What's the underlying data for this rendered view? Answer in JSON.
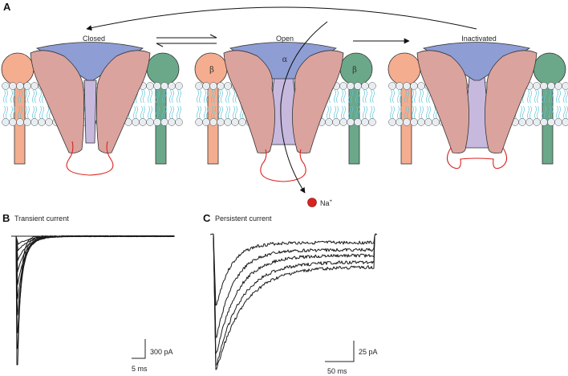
{
  "panels": {
    "a": {
      "letter": "A"
    },
    "b": {
      "letter": "B",
      "title": "Transient current"
    },
    "c": {
      "letter": "C",
      "title": "Persistent current"
    }
  },
  "channel_states": [
    {
      "label": "Closed"
    },
    {
      "label": "Open"
    },
    {
      "label": "Inactivated"
    }
  ],
  "subunits": {
    "alpha": "α",
    "beta": "β"
  },
  "ion": {
    "label": "Na",
    "charge": "+",
    "color": "#d9231f"
  },
  "colors": {
    "alpha_top": "#8e9dd4",
    "alpha_body": "#dba39d",
    "pore": "#c7b9de",
    "beta_left": "#f4ad8f",
    "beta_right": "#6aa889",
    "lipid_head": "#e8edf2",
    "lipid_tail": "#5fc4d8",
    "loop": "#d9231f"
  },
  "scale_bars": {
    "transient": {
      "current": "300 pA",
      "time": "5 ms"
    },
    "persistent": {
      "current": "25 pA",
      "time": "50 ms"
    }
  }
}
